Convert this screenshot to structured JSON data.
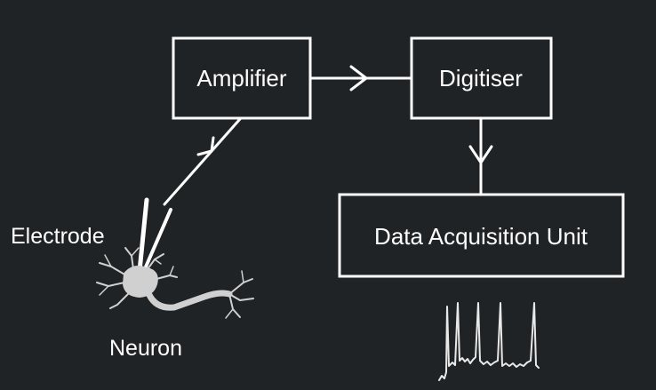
{
  "nodes": {
    "amplifier": "Amplifier",
    "digitiser": "Digitiser",
    "daq": "Data Acquisition Unit"
  },
  "labels": {
    "electrode": "Electrode",
    "neuron": "Neuron"
  },
  "colors": {
    "background": "#1f2326",
    "stroke": "#ffffff",
    "neuron": "#d0d0d0"
  }
}
